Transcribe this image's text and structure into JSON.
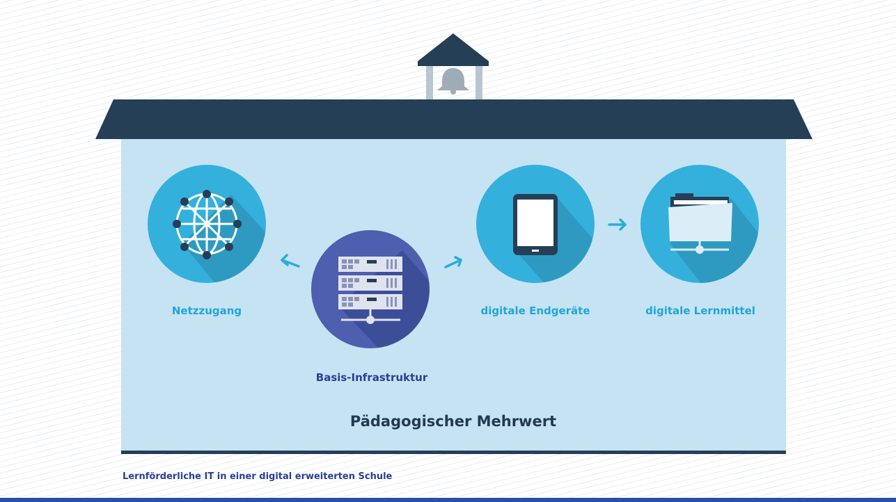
{
  "nodes": {
    "netzzugang": "Netzzugang",
    "basis": "Basis-Infrastruktur",
    "endgeraete": "digitale Endgeräte",
    "lernmittel": "digitale Lernmittel"
  },
  "main_label": "Pädagogischer Mehrwert",
  "caption": "Lernförderliche IT in einer digital erweiterten Schule",
  "colors": {
    "roof": "#243f56",
    "wall": "#c6e3f3",
    "circle_cyan": "#34b0dc",
    "circle_blue": "#4d5fae",
    "arrow": "#2bacd9",
    "text_cyan": "#21a6d6",
    "text_navy": "#2b3e97"
  },
  "icons": [
    "bell-icon",
    "globe-network-icon",
    "server-rack-icon",
    "tablet-icon",
    "cloud-folder-icon"
  ]
}
